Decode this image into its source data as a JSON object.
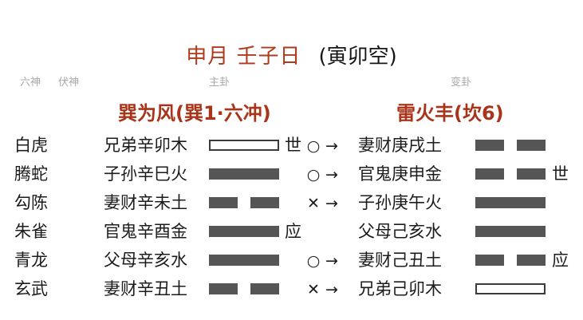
{
  "header": {
    "date_red": "申月 壬子日",
    "kong": "(寅卯空)",
    "col_liushen": "六神",
    "col_fushen": "伏神",
    "col_main": "主卦",
    "col_change": "变卦",
    "main_gua_name": "巽为风(巽1·六冲)",
    "change_gua_name": "雷火丰(坎6)"
  },
  "colors": {
    "red": "#a8341a",
    "title_red": "#b03a1e",
    "bar": "#555555",
    "grey_label": "#a8a8a8",
    "text": "#1c1c1c"
  },
  "rows": [
    {
      "liushen": "白虎",
      "main_text": "兄弟辛卯木",
      "main_line": "yang-hollow",
      "shi_ying": "世",
      "moving": "○",
      "arrow": "→",
      "change_text": "妻财庚戌土",
      "change_line": "yin",
      "change_shi_ying": ""
    },
    {
      "liushen": "腾蛇",
      "main_text": "子孙辛巳火",
      "main_line": "yang",
      "shi_ying": "",
      "moving": "○",
      "arrow": "→",
      "change_text": "官鬼庚申金",
      "change_line": "yin",
      "change_shi_ying": "世"
    },
    {
      "liushen": "勾陈",
      "main_text": "妻财辛未土",
      "main_line": "yin",
      "shi_ying": "",
      "moving": "✕",
      "arrow": "→",
      "change_text": "子孙庚午火",
      "change_line": "yang",
      "change_shi_ying": ""
    },
    {
      "liushen": "朱雀",
      "main_text": "官鬼辛酉金",
      "main_line": "yang",
      "shi_ying": "应",
      "moving": "",
      "arrow": "",
      "change_text": "父母己亥水",
      "change_line": "yang",
      "change_shi_ying": ""
    },
    {
      "liushen": "青龙",
      "main_text": "父母辛亥水",
      "main_line": "yang",
      "shi_ying": "",
      "moving": "○",
      "arrow": "→",
      "change_text": "妻财己丑土",
      "change_line": "yin",
      "change_shi_ying": "应"
    },
    {
      "liushen": "玄武",
      "main_text": "妻财辛丑土",
      "main_line": "yin",
      "shi_ying": "",
      "moving": "✕",
      "arrow": "→",
      "change_text": "兄弟己卯木",
      "change_line": "yang-hollow",
      "change_shi_ying": ""
    }
  ]
}
